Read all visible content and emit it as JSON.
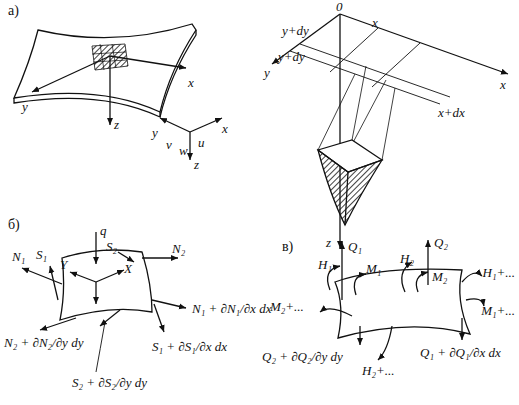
{
  "diagram": {
    "labels": [
      "а)",
      "x",
      "y",
      "z",
      "y",
      "v",
      "w",
      "u",
      "x",
      "z",
      "0",
      "x",
      "y+dy",
      "y+dy",
      "y",
      "x+dx",
      "x",
      "z",
      "б)",
      "q",
      "N₁",
      "S₁",
      "S₂",
      "N₂",
      "Y",
      "X",
      "N₁ + ∂N₁/∂x dx",
      "N₂ + ∂N₂/∂y dy",
      "S₁ + ∂S₁/∂x dx",
      "S₂ + ∂S₂/∂y dy",
      "в)",
      "Q₁",
      "H₁",
      "H₂",
      "Q₂",
      "M₁",
      "M₂",
      "M₂+...",
      "H₁+...",
      "M₁+...",
      "Q₂ + ∂Q₂/∂y dy",
      "H₂+...",
      "Q₁ + ∂Q₁/∂x dx"
    ]
  }
}
